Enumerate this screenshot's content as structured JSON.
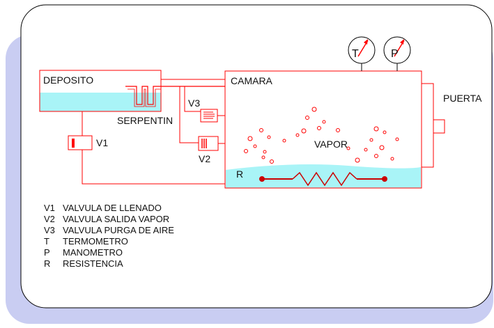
{
  "colors": {
    "shadow": "#c9cdf2",
    "line": "#ff0000",
    "water": "#a9f4f7",
    "text": "#111111",
    "border": "#000000"
  },
  "labels": {
    "deposito": "DEPOSITO",
    "camara": "CAMARA",
    "puerta": "PUERTA",
    "serpentin": "SERPENTIN",
    "vapor": "VAPOR",
    "v1": "V1",
    "v2": "V2",
    "v3": "V3",
    "t": "T",
    "p": "P",
    "r": "R"
  },
  "legend": [
    {
      "code": "V1",
      "text": "VALVULA DE LLENADO"
    },
    {
      "code": "V2",
      "text": "VALVULA SALIDA VAPOR"
    },
    {
      "code": "V3",
      "text": "VALVULA PURGA DE AIRE"
    },
    {
      "code": "T",
      "text": "TERMOMETRO"
    },
    {
      "code": "P",
      "text": "MANOMETRO"
    },
    {
      "code": "R",
      "text": "RESISTENCIA"
    }
  ],
  "icons": {
    "thermometer": "thermometer-gauge-icon",
    "manometer": "manometer-gauge-icon",
    "resistance": "resistance-heater-icon"
  }
}
